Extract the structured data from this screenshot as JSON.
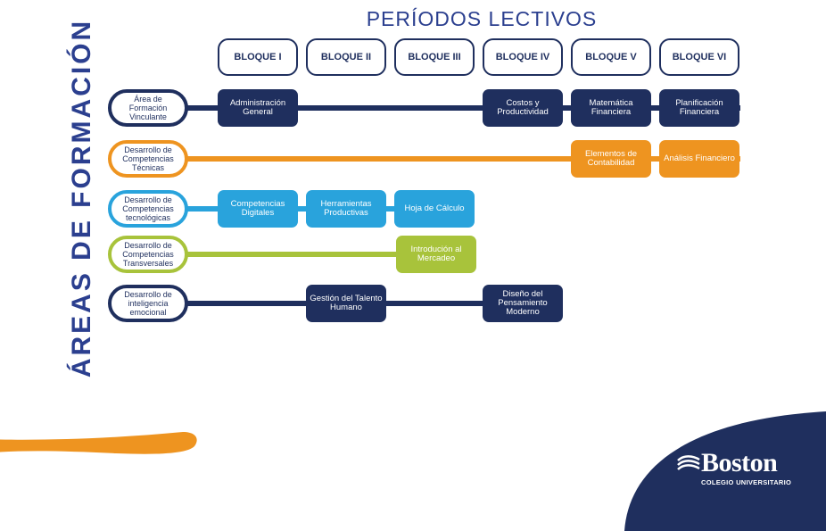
{
  "title": "PERÍODOS LECTIVOS",
  "vertical_title": "ÁREAS DE FORMACIÓN",
  "bloques": [
    "BLOQUE I",
    "BLOQUE II",
    "BLOQUE III",
    "BLOQUE IV",
    "BLOQUE V",
    "BLOQUE VI"
  ],
  "rows": [
    {
      "area": "Área de Formación Vinculante",
      "color": "#1f2f5e",
      "courses": [
        {
          "bloque": "BLOQUE I",
          "label": "Administración General"
        },
        {
          "bloque": "BLOQUE IV",
          "label": "Costos y Productividad"
        },
        {
          "bloque": "BLOQUE V",
          "label": "Matemática Financiera"
        },
        {
          "bloque": "BLOQUE VI",
          "label": "Planificación Financiera"
        }
      ]
    },
    {
      "area": "Desarrollo de Competencias Técnicas",
      "color": "#ee9420",
      "courses": [
        {
          "bloque": "BLOQUE V",
          "label": "Elementos de Contabilidad"
        },
        {
          "bloque": "BLOQUE VI",
          "label": "Análisis Financiero"
        }
      ]
    },
    {
      "area": "Desarrollo de Competencias tecnológicas",
      "color": "#29a3dc",
      "courses": [
        {
          "bloque": "BLOQUE I",
          "label": "Competencias Digitales"
        },
        {
          "bloque": "BLOQUE II",
          "label": "Herramientas Productivas"
        },
        {
          "bloque": "BLOQUE III",
          "label": "Hoja de Cálculo"
        }
      ]
    },
    {
      "area": "Desarrollo de Competencias Transversales",
      "color": "#a8c33b",
      "courses": [
        {
          "bloque": "BLOQUE III",
          "label": "Introdución al Mercadeo"
        }
      ]
    },
    {
      "area": "Desarrollo de inteligencia emocional",
      "color": "#1f2f5e",
      "courses": [
        {
          "bloque": "BLOQUE II",
          "label": "Gestión del Talento Humano"
        },
        {
          "bloque": "BLOQUE IV",
          "label": "Diseño del Pensamiento Moderno"
        }
      ]
    }
  ],
  "logo": {
    "name": "Boston",
    "subtitle": "COLEGIO UNIVERSITARIO"
  }
}
